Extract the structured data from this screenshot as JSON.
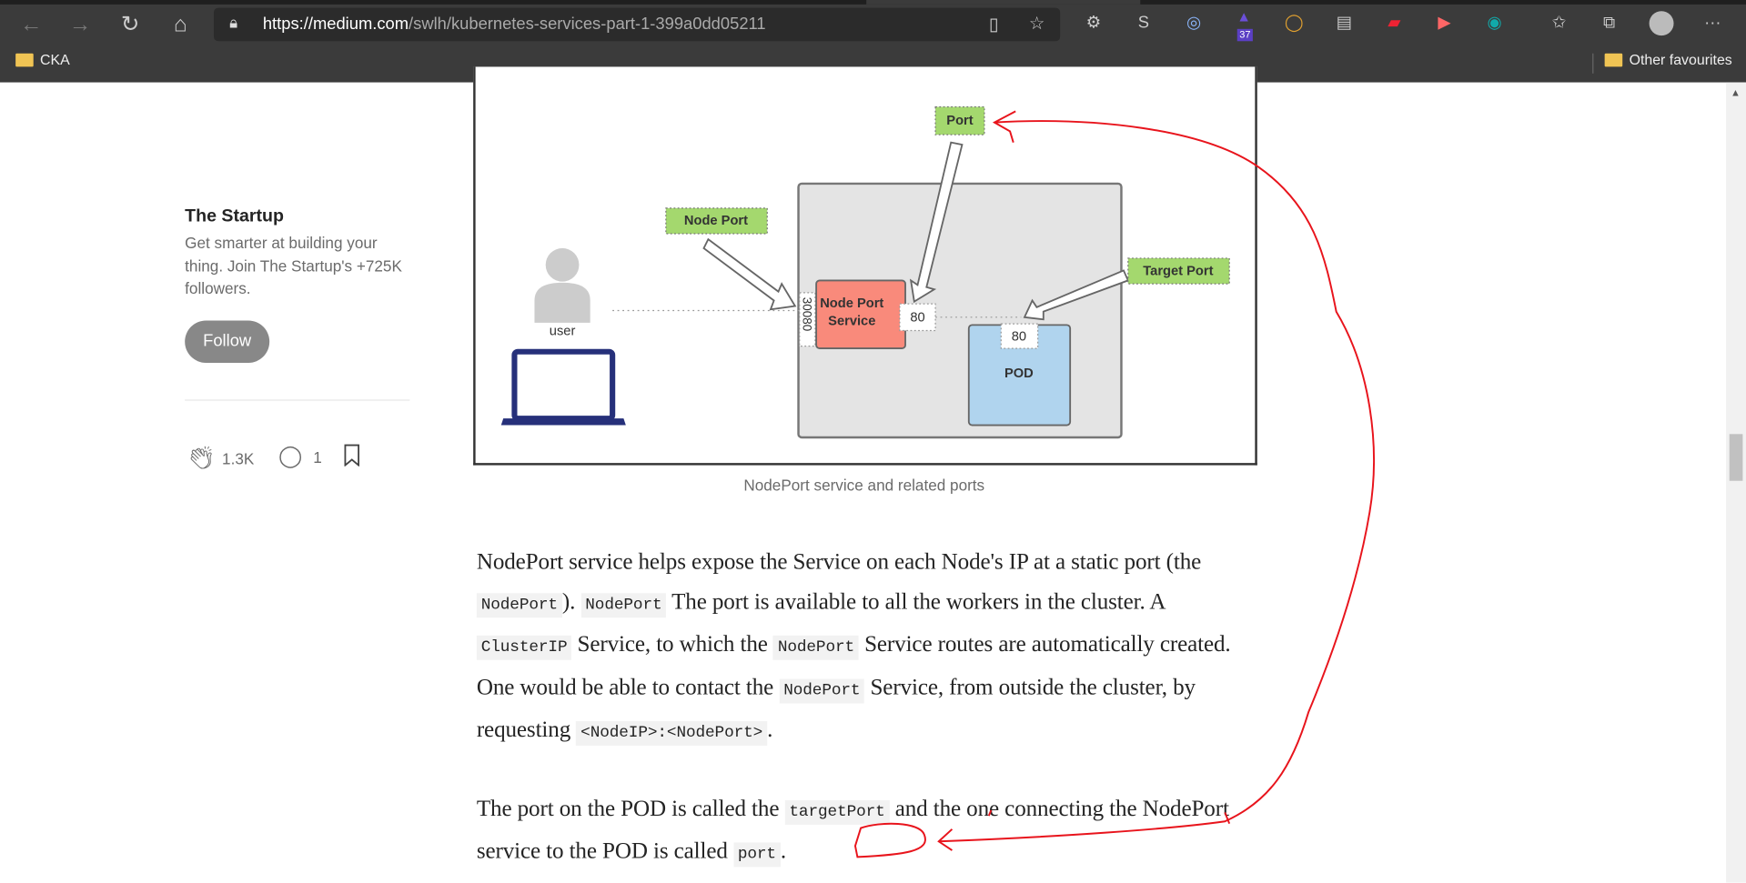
{
  "browser": {
    "url_host": "https://medium.com",
    "url_path": "/swlh/kubernetes-services-part-1-399a0dd05211",
    "extension_badge": "37",
    "bookmarks": [
      {
        "label": "CKA"
      }
    ],
    "other_favourites": "Other favourites",
    "more": "···"
  },
  "sidebar": {
    "publication": "The Startup",
    "description": "Get smarter at building your thing. Join The Startup's +725K followers.",
    "follow_label": "Follow",
    "claps": "1.3K",
    "comments": "1"
  },
  "figure": {
    "labels": {
      "port": "Port",
      "node_port": "Node Port",
      "target_port": "Target Port",
      "service": [
        "Node Port",
        "Service"
      ],
      "pod": "POD",
      "user": "user",
      "node_port_value": "30080",
      "service_port_value": "80",
      "target_port_value": "80"
    },
    "caption": "NodePort service and related ports"
  },
  "article": {
    "p1": [
      "NodePort service helps expose the Service on each Node's IP at a static port (the ",
      "NodePort",
      "). ",
      "NodePort",
      " The port is available to all the workers in the cluster. A ",
      "ClusterIP",
      " Service, to which the ",
      "NodePort",
      " Service routes are automatically created. One would be able to contact the ",
      "NodePort",
      " Service, from outside the cluster, by requesting ",
      "<NodeIP>:<NodePort>",
      "."
    ],
    "p2": [
      "The port on the POD is called the ",
      "targetPort",
      " and the one connecting the NodePort service to the POD is called ",
      "port",
      "."
    ]
  },
  "colors": {
    "annotation": "#e8141c",
    "label_green": "#a4d86e",
    "service_red": "#f98a7b",
    "pod_blue": "#b0d4ee"
  }
}
